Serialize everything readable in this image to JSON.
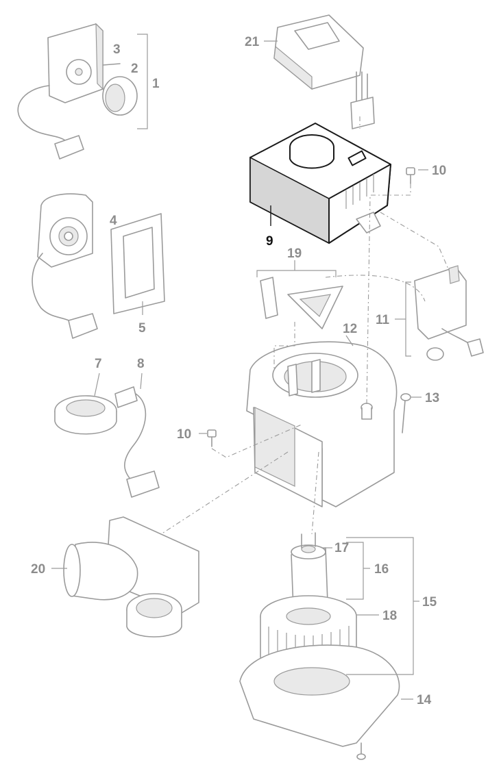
{
  "callouts": {
    "c1": "1",
    "c2": "2",
    "c3": "3",
    "c4": "4",
    "c5": "5",
    "c7": "7",
    "c8": "8",
    "c9": "9",
    "c10a": "10",
    "c10b": "10",
    "c11": "11",
    "c12": "12",
    "c13": "13",
    "c14": "14",
    "c15": "15",
    "c16": "16",
    "c17": "17",
    "c18": "18",
    "c19": "19",
    "c20": "20",
    "c21": "21"
  },
  "highlighted_part": "9",
  "colors": {
    "line": "#9a9a9a",
    "highlight": "#1a1a1a",
    "background": "#ffffff"
  }
}
